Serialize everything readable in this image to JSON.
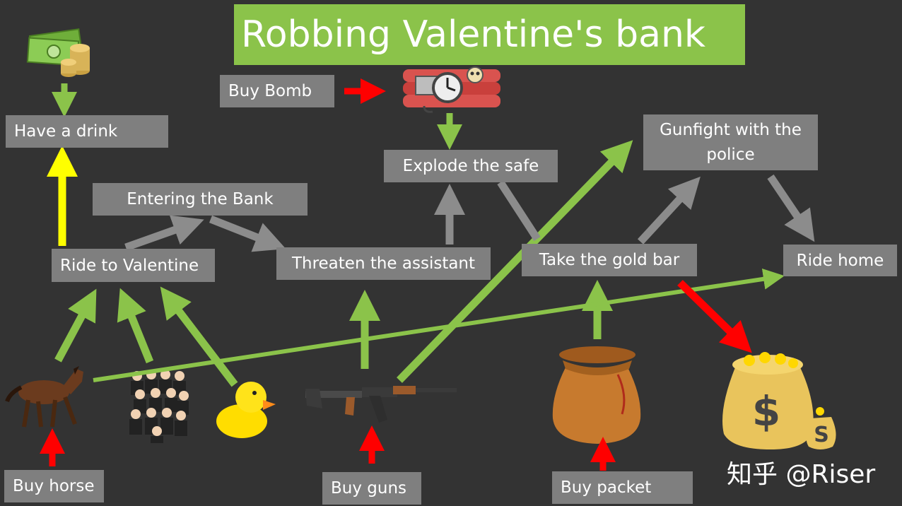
{
  "title": "Robbing Valentine's bank",
  "nodes": {
    "have_drink": "Have a drink",
    "buy_bomb": "Buy Bomb",
    "explode_safe": "Explode the safe",
    "gunfight_line1": "Gunfight with the",
    "gunfight_line2": "police",
    "entering_bank": "Entering the Bank",
    "ride_valentine": "Ride to Valentine",
    "threaten_assistant": "Threaten the assistant",
    "take_gold": "Take the gold bar",
    "ride_home": "Ride home",
    "buy_horse": "Buy horse",
    "buy_guns": "Buy guns",
    "buy_packet": "Buy packet"
  },
  "watermark": "知乎 @Riser",
  "icons": {
    "gold_bag_letter": "$",
    "small_bag_letter": "S"
  },
  "colors": {
    "background": "#333333",
    "node": "#7f7f7f",
    "title_bg": "#8bc34a",
    "green_arrow": "#8bc34a",
    "red_arrow": "#ff0000",
    "yellow_arrow": "#ffff00",
    "grey_arrow": "#8c8c8c"
  }
}
